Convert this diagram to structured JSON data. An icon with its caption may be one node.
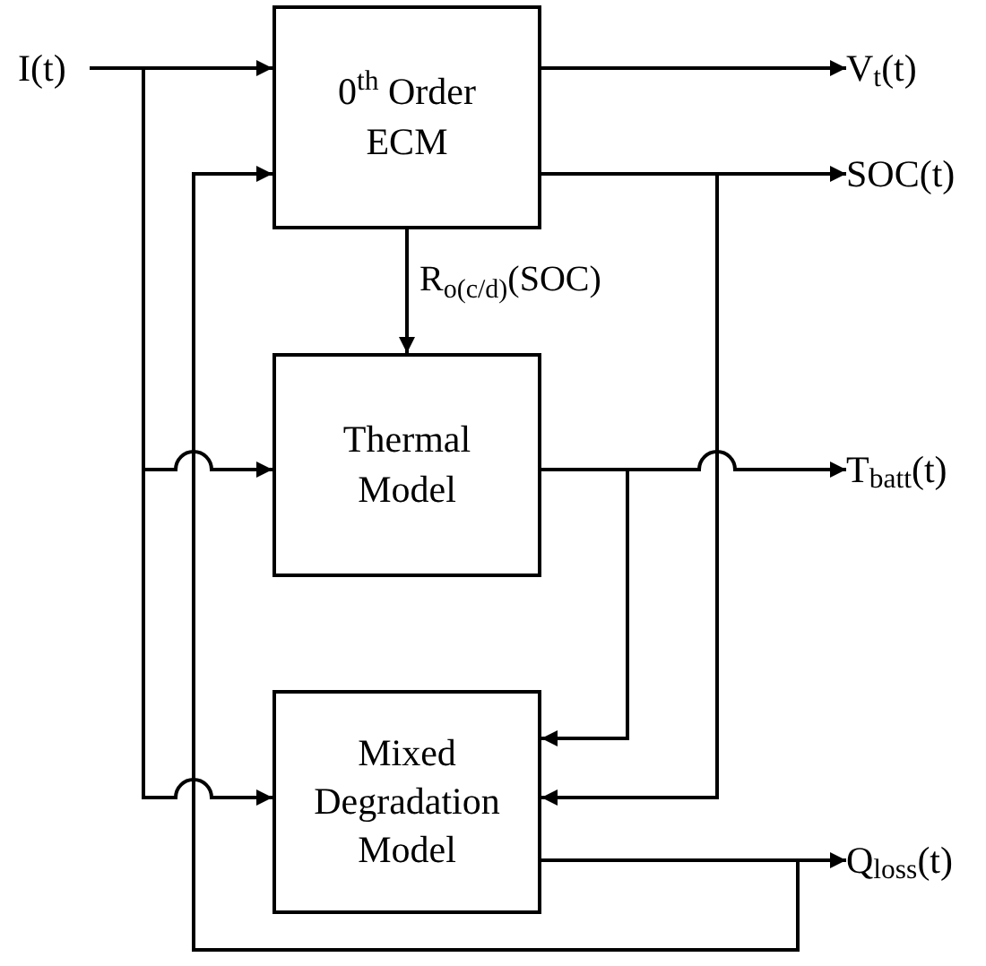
{
  "diagram": {
    "nodes": [
      {
        "text": [
          "I(t)"
        ]
      },
      {
        "text": [
          "0$^{th}$ Order ECM"
        ]
      },
      {
        "text": [
          "Thermal Model"
        ]
      },
      {
        "text": [
          "Mixed Degradation Model"
        ]
      },
      {
        "text": [
          "V$_{t}$(t)"
        ]
      },
      {
        "text": [
          "SOC(t)"
        ]
      },
      {
        "text": [
          "T$_{batt}$(t)"
        ]
      },
      {
        "text": [
          "Q$_{loss}$(t)"
        ]
      }
    ],
    "edges": [
      {
        "from": 0,
        "to": 1,
        "arrow": "to"
      },
      {
        "from": 0,
        "to": 2,
        "arrow": "to"
      },
      {
        "from": 0,
        "to": 3,
        "arrow": "to"
      },
      {
        "from": 1,
        "to": 4,
        "arrow": "to"
      },
      {
        "from": 1,
        "to": 5,
        "arrow": "to"
      },
      {
        "from": 1,
        "to": 2,
        "arrow": "to",
        "label": "R$_{o(c/d)}$(SOC)"
      },
      {
        "from": 1,
        "to": 3,
        "arrow": "to"
      },
      {
        "from": 2,
        "to": 6,
        "arrow": "to"
      },
      {
        "from": 2,
        "to": 3,
        "arrow": "to"
      },
      {
        "from": 3,
        "to": 7,
        "arrow": "to"
      },
      {
        "from": 3,
        "to": 1,
        "arrow": "to"
      }
    ]
  }
}
